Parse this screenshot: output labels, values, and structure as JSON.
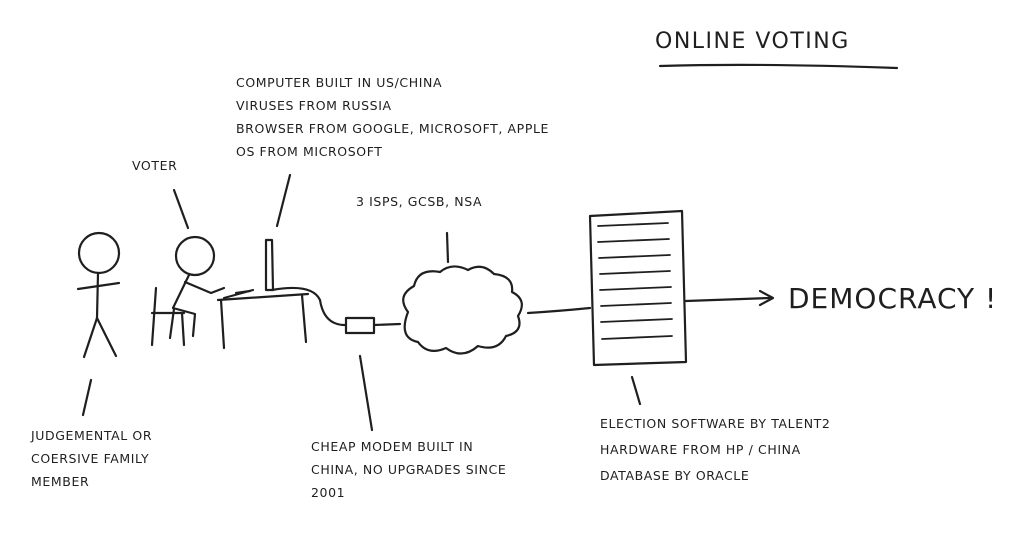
{
  "title": "ONLINE VOTING",
  "labels": {
    "voter": "VOTER",
    "computer": [
      "COMPUTER BUILT IN US/CHINA",
      "VIRUSES FROM RUSSIA",
      "BROWSER FROM GOOGLE, MICROSOFT, APPLE",
      "OS FROM MICROSOFT"
    ],
    "isps": "3 ISPS, GCSB, NSA",
    "family": [
      "JUDGEMENTAL OR",
      "COERSIVE FAMILY",
      "MEMBER"
    ],
    "modem": [
      "CHEAP MODEM BUILT IN",
      "CHINA, NO UPGRADES SINCE",
      "2001"
    ],
    "election": [
      "ELECTION SOFTWARE BY TALENT2",
      "HARDWARE FROM HP / CHINA",
      "DATABASE BY ORACLE"
    ],
    "democracy": "DEMOCRACY !"
  },
  "colors": {
    "ink": "#1f1f1f",
    "paper": "#ffffff"
  }
}
